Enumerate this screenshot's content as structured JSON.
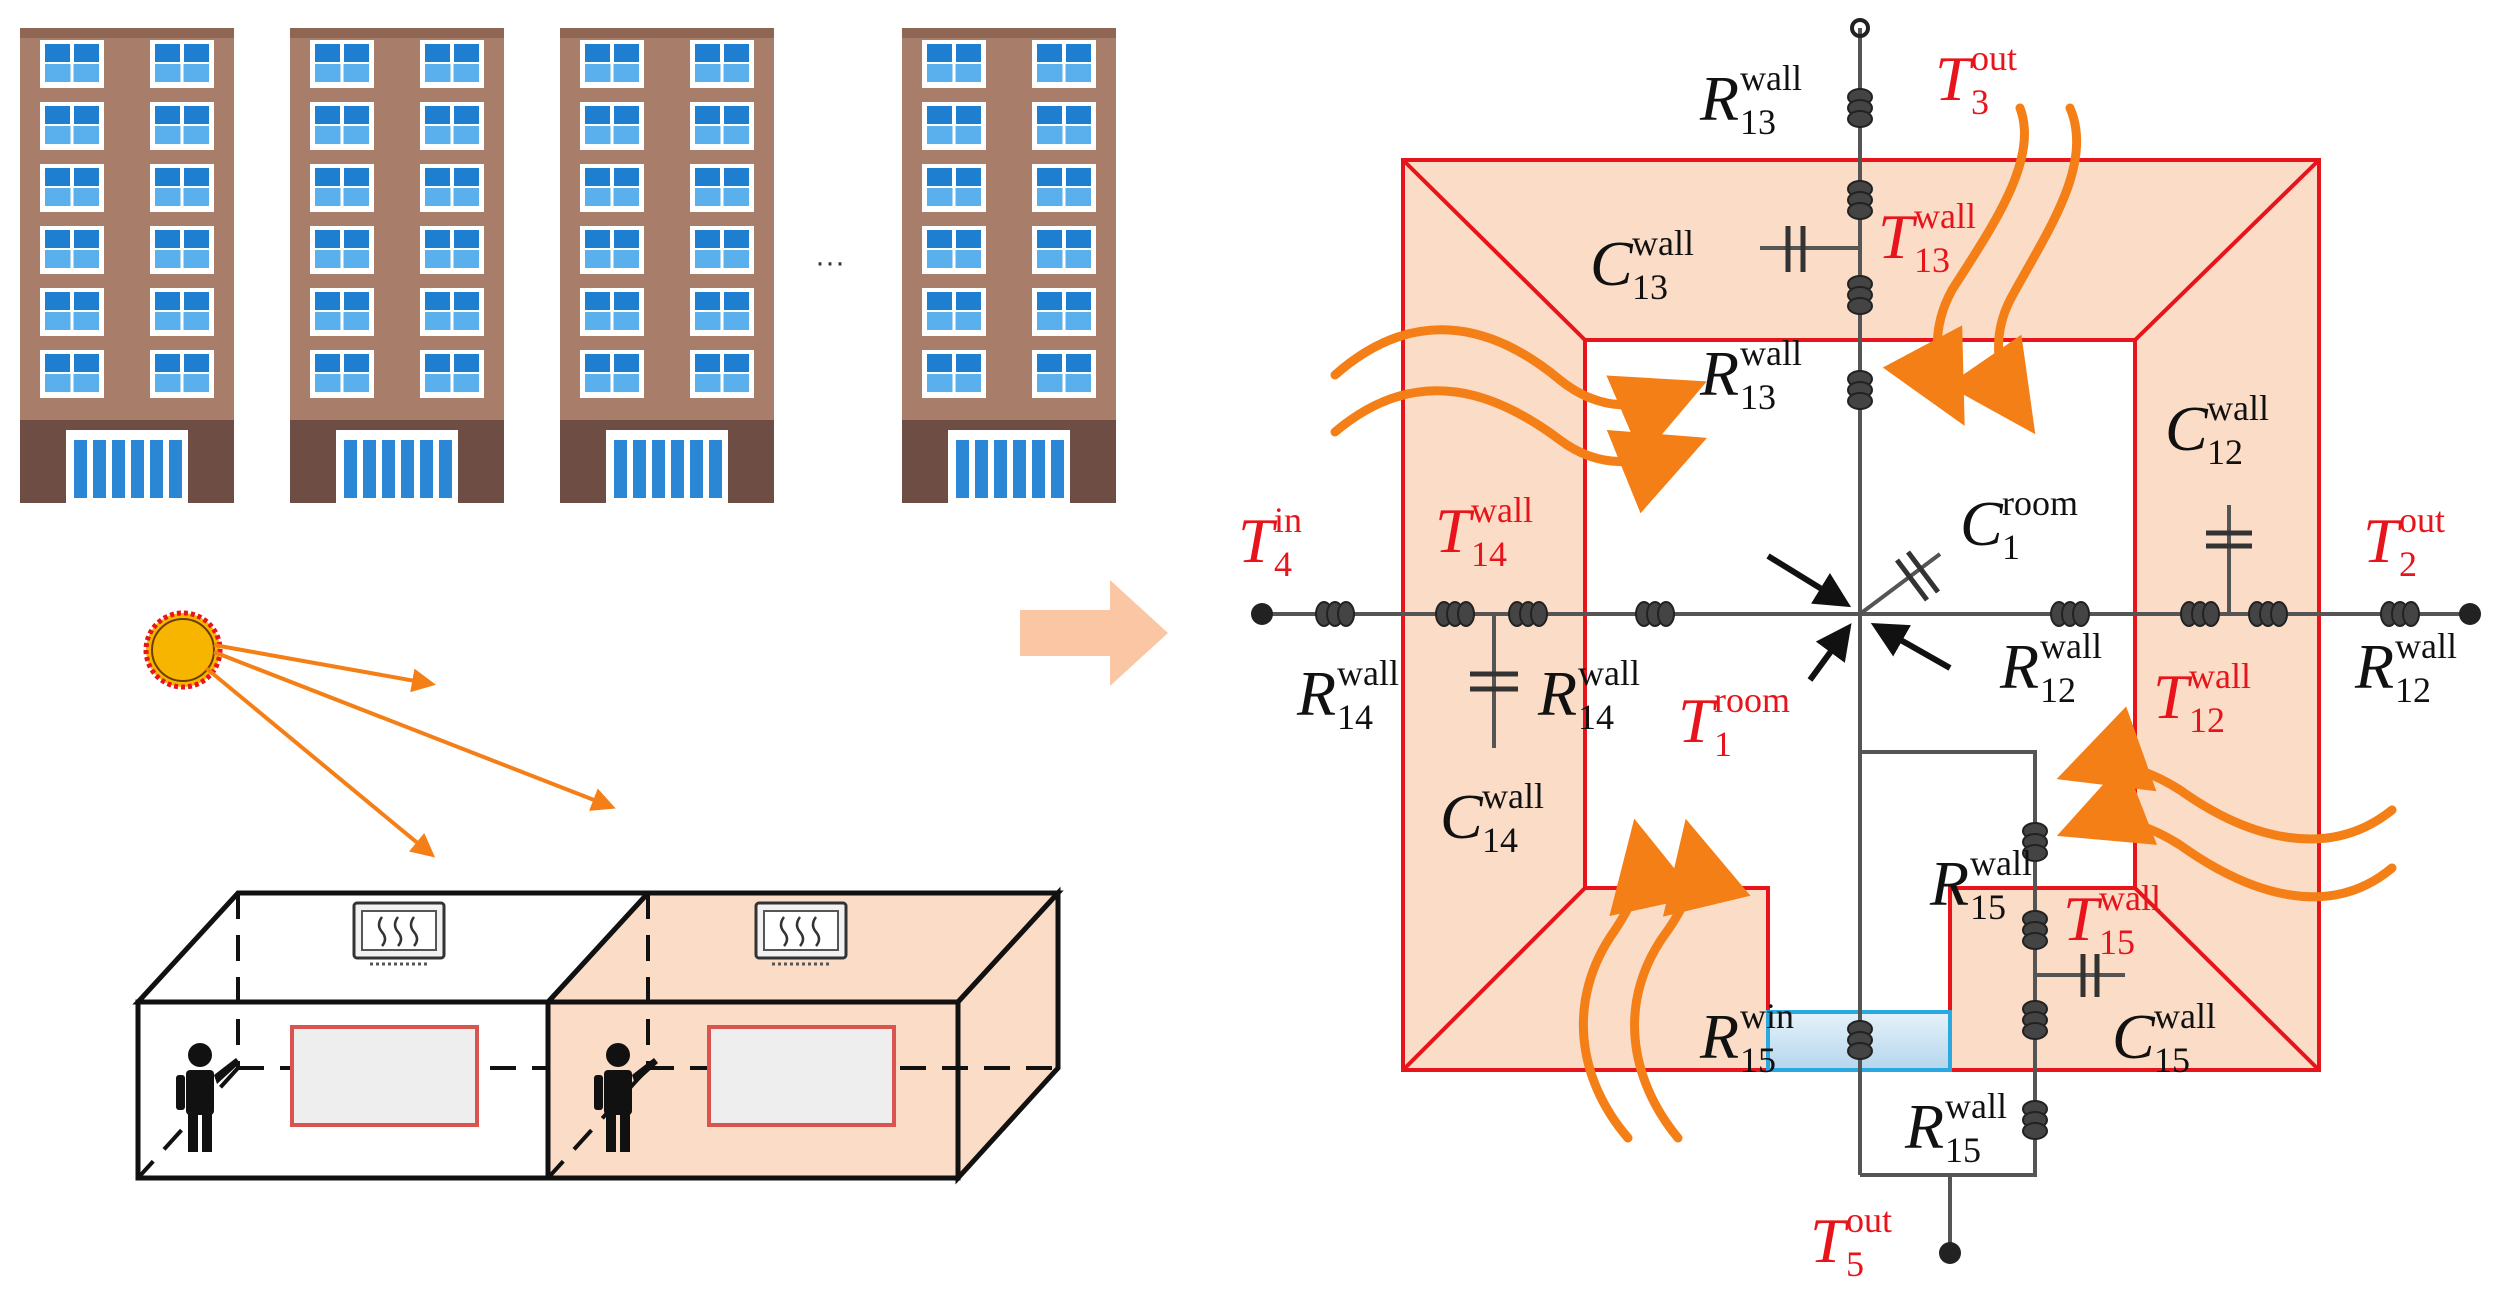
{
  "ellipsis": "···",
  "colors": {
    "label_red": "#e8141b",
    "label_black": "#111111",
    "room_fill": "#fbdcc6",
    "room_stroke": "#e8141b",
    "arrow_orange": "#f57f17",
    "big_arrow": "#fbc6a4",
    "wire": "#555555",
    "window_fill": "#cfe4f2",
    "window_stroke": "#29a9e0",
    "sun": "#f7b500"
  },
  "labels": [
    {
      "id": "R13_top",
      "main": "R",
      "sup": "wall",
      "sub": "13",
      "color": "black"
    },
    {
      "id": "T3_out",
      "main": "T",
      "sup": "out",
      "sub": "3",
      "color": "red"
    },
    {
      "id": "C13",
      "main": "C",
      "sup": "wall",
      "sub": "13",
      "color": "black"
    },
    {
      "id": "T13_wall",
      "main": "T",
      "sup": "wall",
      "sub": "13",
      "color": "red"
    },
    {
      "id": "R13_bot",
      "main": "R",
      "sup": "wall",
      "sub": "13",
      "color": "black"
    },
    {
      "id": "C12",
      "main": "C",
      "sup": "wall",
      "sub": "12",
      "color": "black"
    },
    {
      "id": "T4_in",
      "main": "T",
      "sup": "in",
      "sub": "4",
      "color": "red"
    },
    {
      "id": "T14_wall",
      "main": "T",
      "sup": "wall",
      "sub": "14",
      "color": "red"
    },
    {
      "id": "C1_room",
      "main": "C",
      "sup": "room",
      "sub": "1",
      "color": "black"
    },
    {
      "id": "T2_out",
      "main": "T",
      "sup": "out",
      "sub": "2",
      "color": "red"
    },
    {
      "id": "R14_left",
      "main": "R",
      "sup": "wall",
      "sub": "14",
      "color": "black"
    },
    {
      "id": "R14_right",
      "main": "R",
      "sup": "wall",
      "sub": "14",
      "color": "black"
    },
    {
      "id": "T1_room",
      "main": "T",
      "sup": "room",
      "sub": "1",
      "color": "red"
    },
    {
      "id": "R12_left",
      "main": "R",
      "sup": "wall",
      "sub": "12",
      "color": "black"
    },
    {
      "id": "T12_wall",
      "main": "T",
      "sup": "wall",
      "sub": "12",
      "color": "red"
    },
    {
      "id": "R12_right",
      "main": "R",
      "sup": "wall",
      "sub": "12",
      "color": "black"
    },
    {
      "id": "C14",
      "main": "C",
      "sup": "wall",
      "sub": "14",
      "color": "black"
    },
    {
      "id": "R15_top",
      "main": "R",
      "sup": "wall",
      "sub": "15",
      "color": "black"
    },
    {
      "id": "T15_wall",
      "main": "T",
      "sup": "wall",
      "sub": "15",
      "color": "red"
    },
    {
      "id": "C15",
      "main": "C",
      "sup": "wall",
      "sub": "15",
      "color": "black"
    },
    {
      "id": "R15_win",
      "main": "R",
      "sup": "win",
      "sub": "15",
      "color": "black"
    },
    {
      "id": "R15_bot",
      "main": "R",
      "sup": "wall",
      "sub": "15",
      "color": "black"
    },
    {
      "id": "T5_out",
      "main": "T",
      "sup": "out",
      "sub": "5",
      "color": "red"
    }
  ]
}
